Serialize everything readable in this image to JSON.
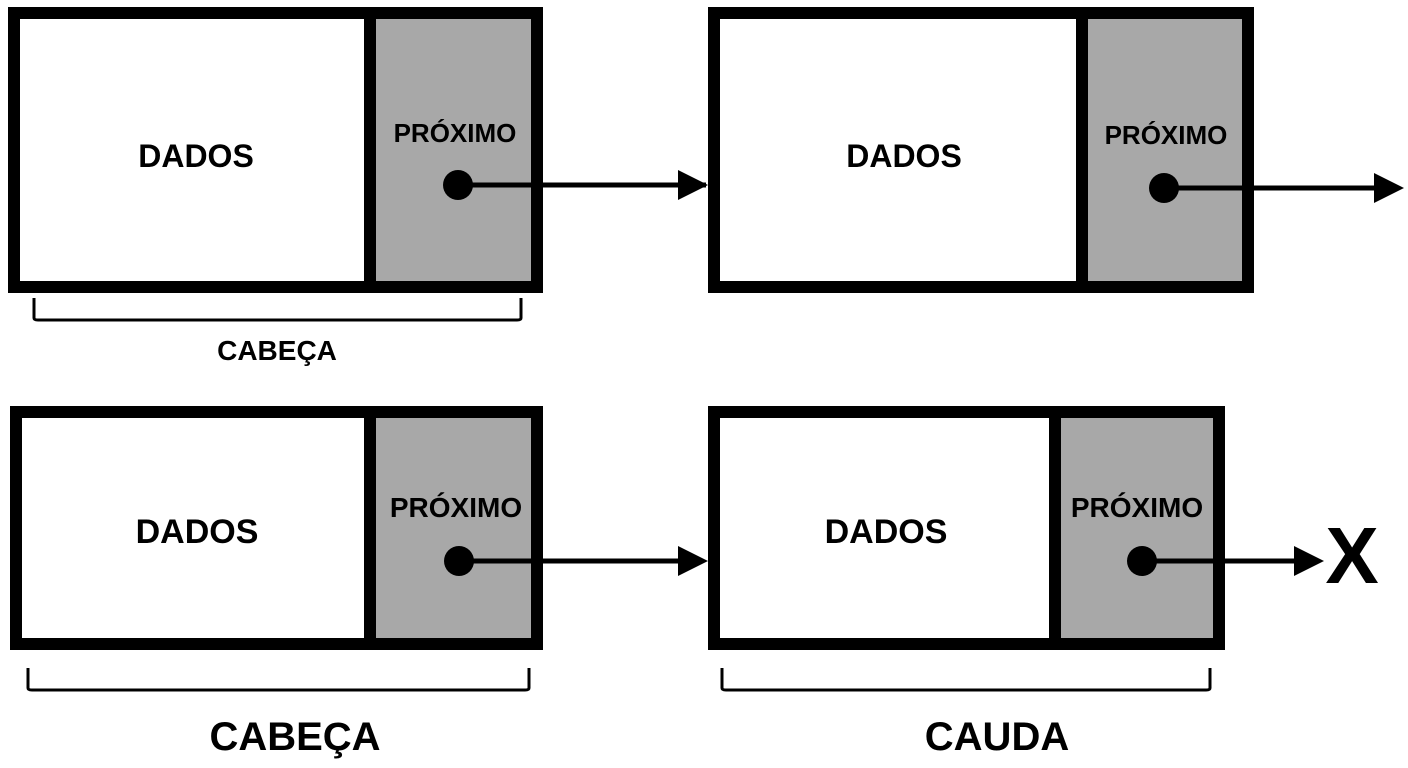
{
  "colors": {
    "stroke": "#000000",
    "data_fill": "#ffffff",
    "next_fill": "#a8a8a8",
    "background": "#ffffff"
  },
  "row1": {
    "node1": {
      "data_label": "DADOS",
      "next_label": "PRÓXIMO"
    },
    "node2": {
      "data_label": "DADOS",
      "next_label": "PRÓXIMO"
    },
    "head_label": "CABEÇA"
  },
  "row2": {
    "node1": {
      "data_label": "DADOS",
      "next_label": "PRÓXIMO"
    },
    "node2": {
      "data_label": "DADOS",
      "next_label": "PRÓXIMO"
    },
    "null_marker": "X",
    "head_label": "CABEÇA",
    "tail_label": "CAUDA"
  }
}
